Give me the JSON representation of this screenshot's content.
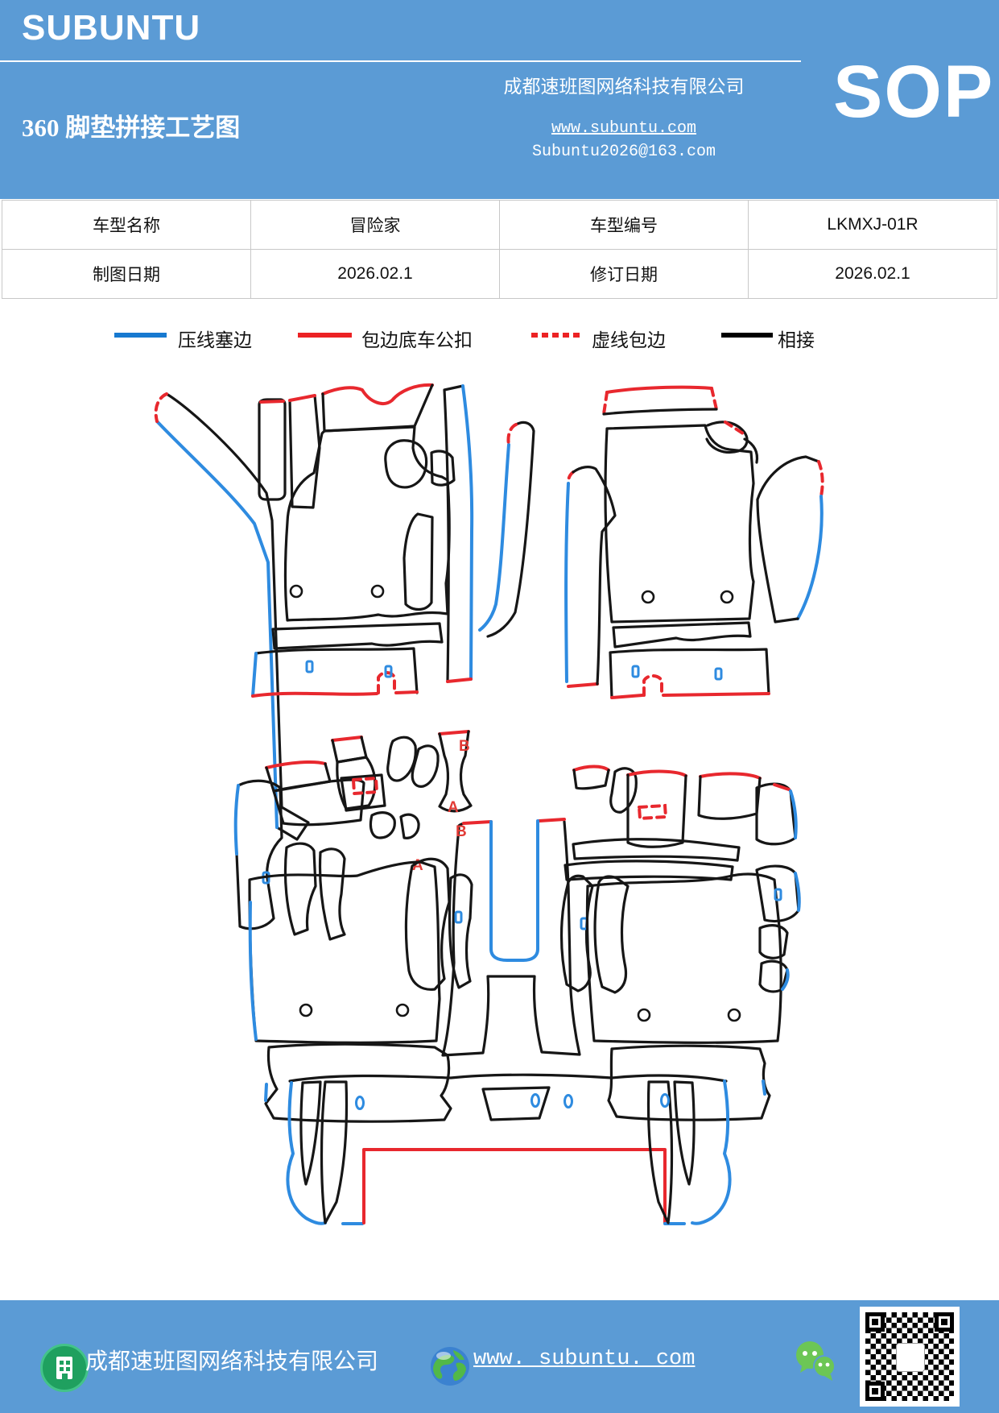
{
  "header": {
    "brand": "SUBUNTU",
    "doc_type": "SOP",
    "company": "成都速班图网络科技有限公司",
    "title": "360 脚垫拼接工艺图",
    "website": "www.subuntu.com",
    "email": "Subuntu2026@163.com",
    "accent_color": "#5b9bd5"
  },
  "info_table": {
    "rows": [
      {
        "cells": [
          "车型名称",
          "冒险家",
          "车型编号",
          "LKMXJ-01R"
        ]
      },
      {
        "cells": [
          "制图日期",
          "2026.02.1",
          "修订日期",
          "2026.02.1"
        ]
      }
    ]
  },
  "legend": {
    "items": [
      {
        "label": "压线塞边",
        "line_style": "solid",
        "color": "#1779d0"
      },
      {
        "label": "包边底车公扣",
        "line_style": "solid",
        "color": "#ec2224"
      },
      {
        "label": "虚线包边",
        "line_style": "dashed",
        "color": "#ec2224"
      },
      {
        "label": "相接",
        "line_style": "solid",
        "color": "#000000"
      }
    ]
  },
  "diagram": {
    "markers": [
      "B",
      "A",
      "B",
      "A"
    ],
    "line_colors": {
      "press_edge_blue": "#2e8be0",
      "buckle_red": "#e8282e",
      "dashed_wrap_red": "#e8282e",
      "join_black": "#161616"
    }
  },
  "footer": {
    "company": "成都速班图网络科技有限公司",
    "website": "www. subuntu. com"
  }
}
